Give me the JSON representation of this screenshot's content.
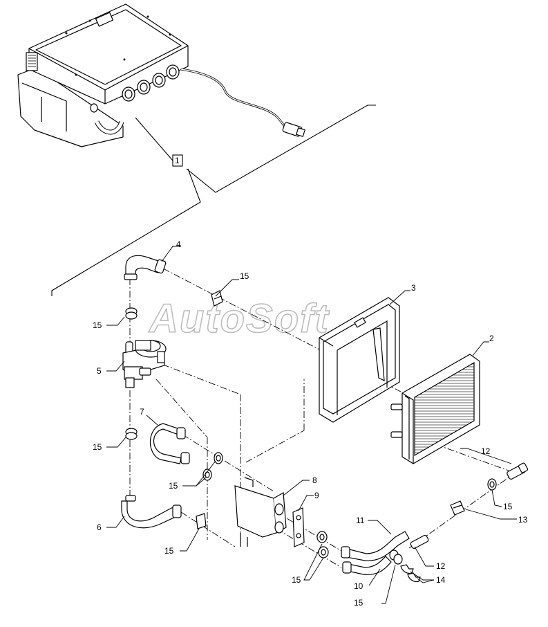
{
  "watermark": "AutoSoft",
  "callouts": {
    "c1": "1",
    "c2": "2",
    "c3": "3",
    "c4": "4",
    "c5": "5",
    "c6": "6",
    "c7": "7",
    "c8": "8",
    "c9": "9",
    "c10": "10",
    "c11": "11",
    "c12a": "12",
    "c12b": "12",
    "c13": "13",
    "c14": "14",
    "c15a": "15",
    "c15b": "15",
    "c15c": "15",
    "c15d": "15",
    "c15e": "15",
    "c15f": "15",
    "c15g": "15",
    "c15h": "15"
  }
}
